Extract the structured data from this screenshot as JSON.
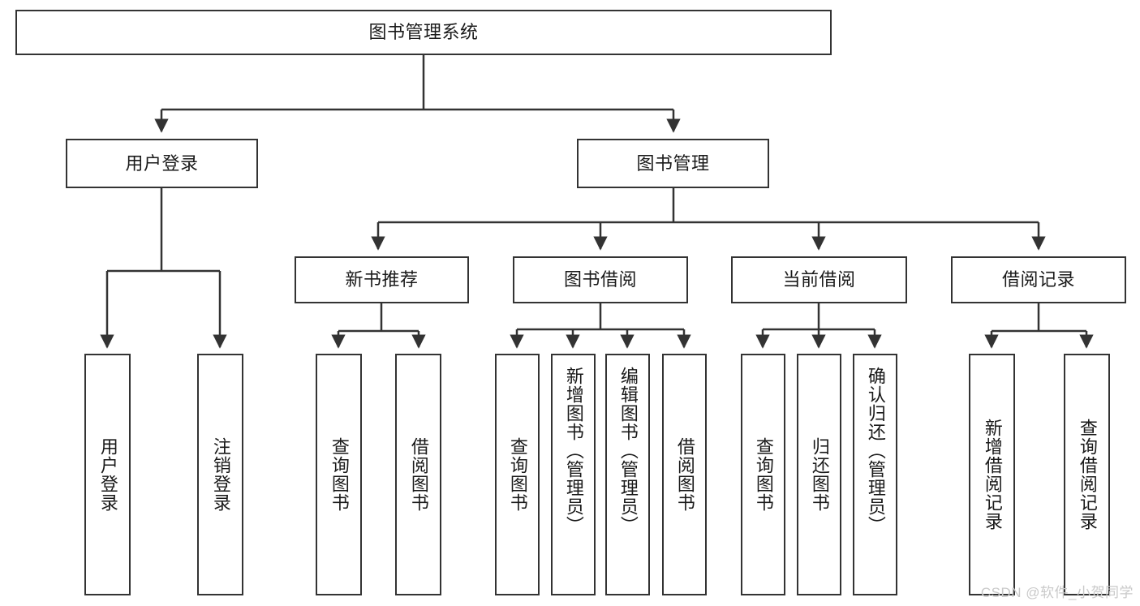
{
  "diagram": {
    "title": "图书管理系统",
    "type": "tree-hierarchy",
    "style": {
      "box_border_color": "#333333",
      "box_fill_color": "#ffffff",
      "connector_color": "#333333",
      "text_color": "#1a1a1a",
      "background_color": "#ffffff",
      "watermark_color": "#c9c9c9"
    },
    "root": {
      "label": "图书管理系统"
    },
    "level2": [
      {
        "label": "用户登录"
      },
      {
        "label": "图书管理"
      }
    ],
    "level3": [
      {
        "label": "新书推荐"
      },
      {
        "label": "图书借阅"
      },
      {
        "label": "当前借阅"
      },
      {
        "label": "借阅记录"
      }
    ],
    "leaves": {
      "user_login": [
        {
          "label": "用户登录"
        },
        {
          "label": "注销登录"
        }
      ],
      "new_book_recommend": [
        {
          "label": "查询图书"
        },
        {
          "label": "借阅图书"
        }
      ],
      "book_borrow": [
        {
          "label": "查询图书"
        },
        {
          "label": "新增图书（管理员）"
        },
        {
          "label": "编辑图书（管理员）"
        },
        {
          "label": "借阅图书"
        }
      ],
      "current_borrow": [
        {
          "label": "查询图书"
        },
        {
          "label": "归还图书"
        },
        {
          "label": "确认归还（管理员）"
        }
      ],
      "borrow_record": [
        {
          "label": "新增借阅记录"
        },
        {
          "label": "查询借阅记录"
        }
      ]
    }
  },
  "watermark": {
    "text": "CSDN @软件_小贺同学"
  }
}
